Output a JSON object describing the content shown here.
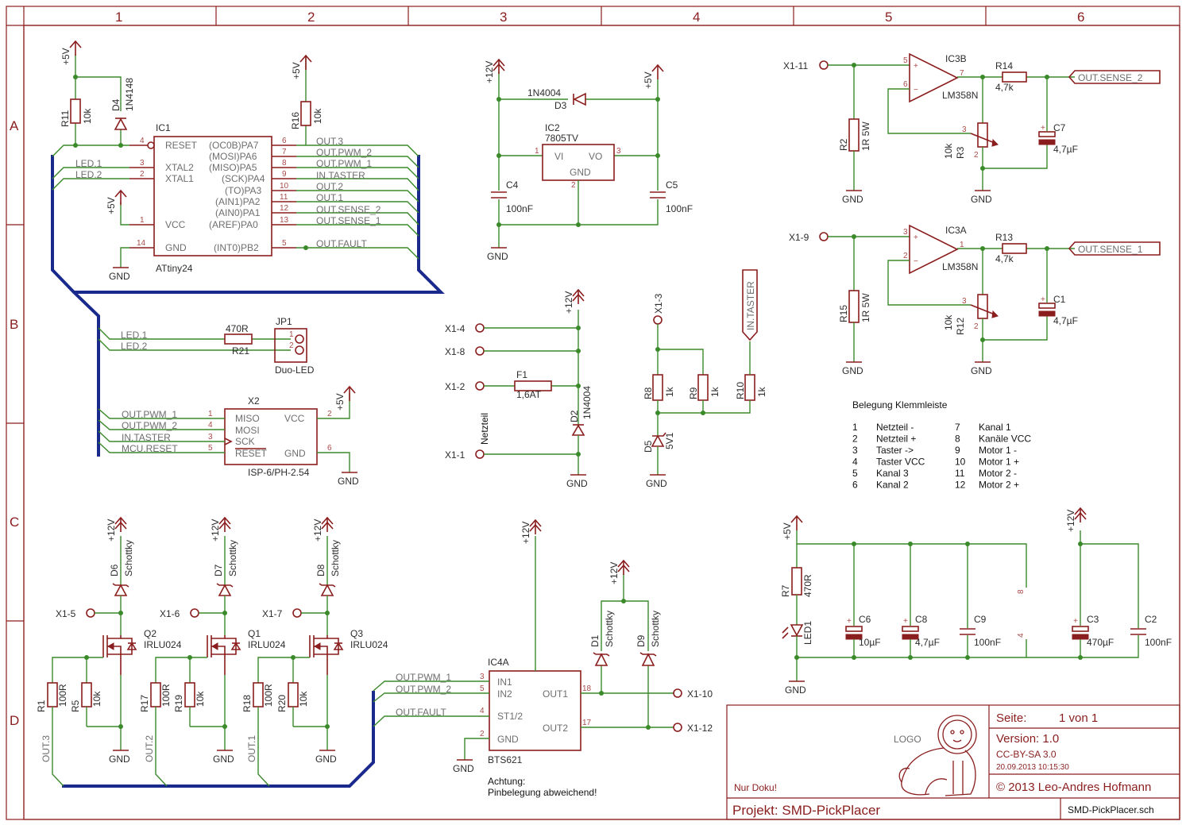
{
  "grid": {
    "columns": [
      "1",
      "2",
      "3",
      "4",
      "5",
      "6"
    ],
    "rows": [
      "A",
      "B",
      "C",
      "D"
    ]
  },
  "title_block": {
    "page_label": "Seite:",
    "page_value": "1 von 1",
    "version": "Version: 1.0",
    "license": "CC-BY-SA 3.0",
    "date": "20.09.2013 10:15:30",
    "copyright": "© 2013 Leo-Andres Hofmann",
    "logo": "LOGO",
    "note": "Nur Doku!",
    "project": "Projekt: SMD-PickPlacer",
    "file": "SMD-PickPlacer.sch"
  },
  "notes": {
    "warning_line1": "Achtung:",
    "warning_line2": "Pinbelegung abweichend!",
    "netzteil": "Netzteil"
  },
  "terminal_table": {
    "title": "Belegung Klemmleiste",
    "rows": [
      [
        "1",
        "Netzteil -",
        "7",
        "Kanal 1"
      ],
      [
        "2",
        "Netzteil +",
        "8",
        "Kanäle VCC"
      ],
      [
        "3",
        "Taster ->",
        "9",
        "Motor 1 -"
      ],
      [
        "4",
        "Taster VCC",
        "10",
        "Motor 1 +"
      ],
      [
        "5",
        "Kanal 3",
        "11",
        "Motor 2 -"
      ],
      [
        "6",
        "Kanal 2",
        "12",
        "Motor 2 +"
      ]
    ]
  },
  "ic1": {
    "name": "IC1",
    "value": "ATtiny24",
    "left_pins": [
      {
        "label": "RESET",
        "num": "4"
      },
      {
        "label": "XTAL2",
        "num": "3"
      },
      {
        "label": "XTAL1",
        "num": "2"
      },
      {
        "label": "VCC",
        "num": "1"
      },
      {
        "label": "GND",
        "num": "14"
      }
    ],
    "right_pins": [
      {
        "label": "(OC0B)PA7",
        "num": "6",
        "net": "OUT.3"
      },
      {
        "label": "(MOSI)PA6",
        "num": "7",
        "net": "OUT.PWM_2"
      },
      {
        "label": "(MISO)PA5",
        "num": "8",
        "net": "OUT.PWM_1"
      },
      {
        "label": "(SCK)PA4",
        "num": "9",
        "net": "IN.TASTER"
      },
      {
        "label": "(TO)PA3",
        "num": "10",
        "net": "OUT.2"
      },
      {
        "label": "(AIN1)PA2",
        "num": "11",
        "net": "OUT.1"
      },
      {
        "label": "(AIN0)PA1",
        "num": "12",
        "net": "OUT.SENSE_2"
      },
      {
        "label": "(AREF)PA0",
        "num": "13",
        "net": "OUT.SENSE_1"
      },
      {
        "label": "(INT0)PB2",
        "num": "5",
        "net": "OUT.FAULT"
      }
    ]
  },
  "ic2": {
    "name": "IC2",
    "value": "7805TV",
    "vi": "VI",
    "vo": "VO",
    "gnd": "GND",
    "pin1": "1",
    "pin2": "2",
    "pin3": "3"
  },
  "ic3b": {
    "name": "IC3B",
    "value": "LM358N",
    "pin_plus": "5",
    "pin_minus": "6",
    "pin_out": "7"
  },
  "ic3a": {
    "name": "IC3A",
    "value": "LM358N",
    "pin_plus": "3",
    "pin_minus": "2",
    "pin_out": "1"
  },
  "ic4a": {
    "name": "IC4A",
    "value": "BTS621",
    "left_pins": [
      {
        "label": "IN1",
        "num": "3",
        "net": "OUT.PWM_1"
      },
      {
        "label": "IN2",
        "num": "5",
        "net": "OUT.PWM_2"
      },
      {
        "label": "ST1/2",
        "num": "4",
        "net": "OUT.FAULT"
      },
      {
        "label": "GND",
        "num": "2",
        "net": ""
      }
    ],
    "right_pins": [
      {
        "label": "OUT1",
        "num": "18"
      },
      {
        "label": "OUT2",
        "num": "17"
      }
    ]
  },
  "x2": {
    "name": "X2",
    "value": "ISP-6/PH-2.54",
    "left_pins": [
      {
        "label": "MISO",
        "num": "1",
        "net": "OUT.PWM_1"
      },
      {
        "label": "MOSI",
        "num": "4",
        "net": "OUT.PWM_2"
      },
      {
        "label": "SCK",
        "num": "3",
        "net": "IN.TASTER"
      },
      {
        "label": "RESET",
        "num": "5",
        "net": "MCU.RESET"
      }
    ],
    "right_pins": [
      {
        "label": "VCC",
        "num": "2"
      },
      {
        "label": "GND",
        "num": "6"
      }
    ]
  },
  "jp1": {
    "name": "JP1",
    "value": "Duo-LED",
    "pin1": "1",
    "pin2": "2"
  },
  "nets": {
    "led1": "LED.1",
    "led2": "LED.2",
    "out_sense_2": "OUT.SENSE_2",
    "out_sense_1": "OUT.SENSE_1",
    "in_taster": "IN.TASTER",
    "out3": "OUT.3",
    "out2": "OUT.2",
    "out1": "OUT.1"
  },
  "supplies": {
    "p5": "+5V",
    "p12": "+12V",
    "gnd": "GND"
  },
  "terminals": {
    "x1_11": "X1-11",
    "x1_9": "X1-9",
    "x1_4": "X1-4",
    "x1_8": "X1-8",
    "x1_2": "X1-2",
    "x1_1": "X1-1",
    "x1_3": "X1-3",
    "x1_5": "X1-5",
    "x1_6": "X1-6",
    "x1_7": "X1-7",
    "x1_10": "X1-10",
    "x1_12": "X1-12"
  },
  "components": {
    "r11": {
      "name": "R11",
      "value": "10k"
    },
    "d4": {
      "name": "D4",
      "value": "1N4148"
    },
    "r16": {
      "name": "R16",
      "value": "10k"
    },
    "d3": {
      "name": "D3",
      "value": "1N4004"
    },
    "c4": {
      "name": "C4",
      "value": "100nF"
    },
    "c5": {
      "name": "C5",
      "value": "100nF"
    },
    "r21": {
      "name": "R21",
      "value": "470R"
    },
    "f1": {
      "name": "F1",
      "value": "1,6AT"
    },
    "d2": {
      "name": "D2",
      "value": "1N4004"
    },
    "r8": {
      "name": "R8",
      "value": "1k"
    },
    "r9": {
      "name": "R9",
      "value": "1k"
    },
    "r10": {
      "name": "R10",
      "value": "1k"
    },
    "d5": {
      "name": "D5",
      "value": "5V1"
    },
    "r2": {
      "name": "R2",
      "value": "1R 5W"
    },
    "r3": {
      "name": "R3",
      "value": "10k"
    },
    "r14": {
      "name": "R14",
      "value": "4,7k"
    },
    "c7": {
      "name": "C7",
      "value": "4,7µF"
    },
    "r15": {
      "name": "R15",
      "value": "1R 5W"
    },
    "r12": {
      "name": "R12",
      "value": "10k"
    },
    "r13": {
      "name": "R13",
      "value": "4,7k"
    },
    "c1": {
      "name": "C1",
      "value": "4,7µF"
    },
    "d6": {
      "name": "D6",
      "value": "Schottky"
    },
    "d7": {
      "name": "D7",
      "value": "Schottky"
    },
    "d8": {
      "name": "D8",
      "value": "Schottky"
    },
    "d1": {
      "name": "D1",
      "value": "Schottky"
    },
    "d9": {
      "name": "D9",
      "value": "Schottky"
    },
    "q2": {
      "name": "Q2",
      "value": "IRLU024"
    },
    "q1": {
      "name": "Q1",
      "value": "IRLU024"
    },
    "q3": {
      "name": "Q3",
      "value": "IRLU024"
    },
    "r1": {
      "name": "R1",
      "value": "100R"
    },
    "r5": {
      "name": "R5",
      "value": "10k"
    },
    "r17": {
      "name": "R17",
      "value": "100R"
    },
    "r19": {
      "name": "R19",
      "value": "10k"
    },
    "r18": {
      "name": "R18",
      "value": "100R"
    },
    "r20": {
      "name": "R20",
      "value": "10k"
    },
    "r7": {
      "name": "R7",
      "value": "470R"
    },
    "led1": {
      "name": "LED1",
      "value": ""
    },
    "c6": {
      "name": "C6",
      "value": "10µF"
    },
    "c8": {
      "name": "C8",
      "value": "4,7µF"
    },
    "c9": {
      "name": "C9",
      "value": "100nF"
    },
    "c3": {
      "name": "C3",
      "value": "470µF"
    },
    "c2": {
      "name": "C2",
      "value": "100nF"
    },
    "ic3_pin8": "8",
    "ic3_pin4": "4"
  }
}
